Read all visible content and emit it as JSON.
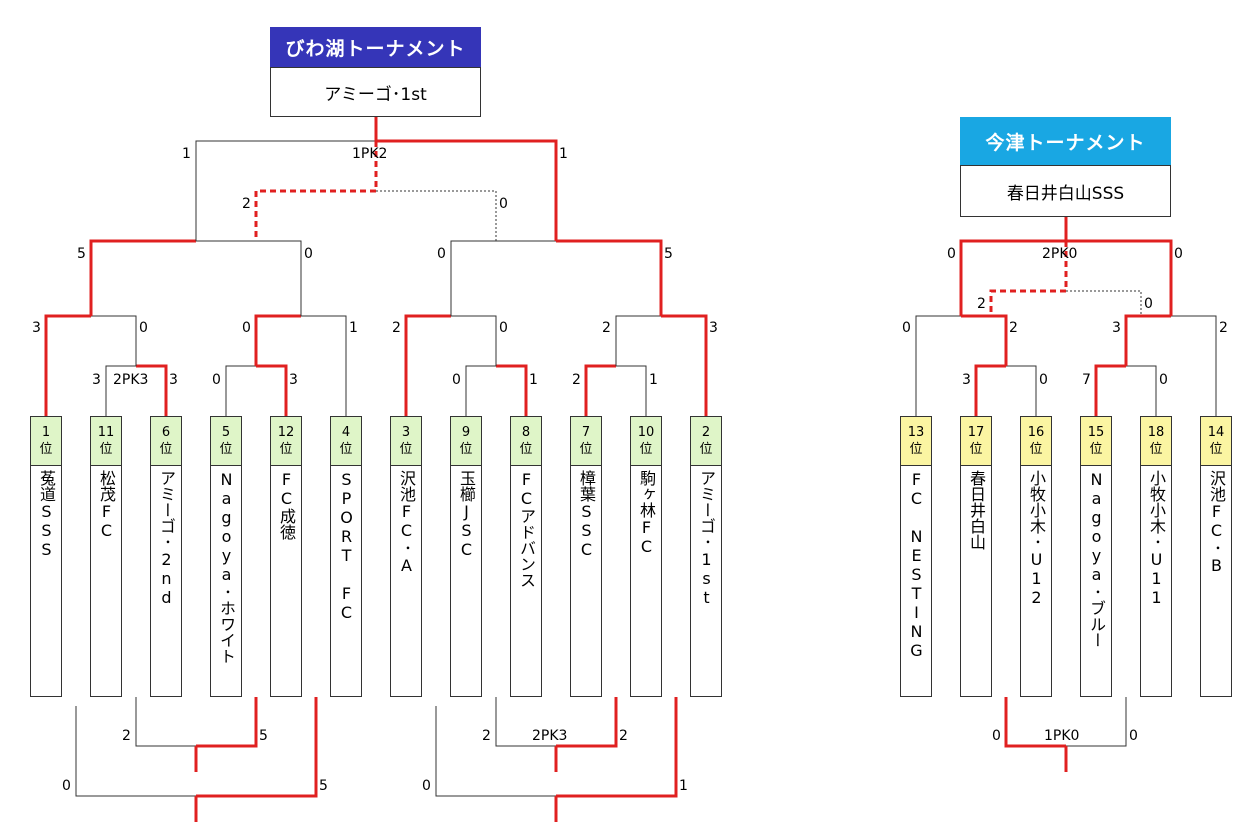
{
  "colors": {
    "win": "#e02020",
    "line": "#333333",
    "left_title_bg": "#3535b8",
    "right_title_bg": "#19a7e3",
    "rank_green": "#dff5c8",
    "rank_yellow": "#fbf5a2"
  },
  "left": {
    "title": "びわ湖トーナメント",
    "champion": "アミーゴ･1st",
    "teams": [
      {
        "rank": "1",
        "rank_suffix": "位",
        "name": "菟道SSS"
      },
      {
        "rank": "11",
        "rank_suffix": "位",
        "name": "松茂FC"
      },
      {
        "rank": "6",
        "rank_suffix": "位",
        "name": "アミーゴ･2nd"
      },
      {
        "rank": "5",
        "rank_suffix": "位",
        "name": "Nagoya･ホワイト"
      },
      {
        "rank": "12",
        "rank_suffix": "位",
        "name": "FC成徳"
      },
      {
        "rank": "4",
        "rank_suffix": "位",
        "name": "SPORT FC"
      },
      {
        "rank": "3",
        "rank_suffix": "位",
        "name": "沢池FC･A"
      },
      {
        "rank": "9",
        "rank_suffix": "位",
        "name": "玉櫛JSC"
      },
      {
        "rank": "8",
        "rank_suffix": "位",
        "name": "FCアドバンス"
      },
      {
        "rank": "7",
        "rank_suffix": "位",
        "name": "樟葉SSC"
      },
      {
        "rank": "10",
        "rank_suffix": "位",
        "name": "駒ヶ林FC"
      },
      {
        "rank": "2",
        "rank_suffix": "位",
        "name": "アミーゴ･1st"
      }
    ],
    "scores": {
      "final_l": "1",
      "final_pk": "1PK2",
      "final_r": "1",
      "third_l": "2",
      "third_r": "0",
      "sf1_l": "5",
      "sf1_r": "0",
      "sf2_l": "0",
      "sf2_r": "5",
      "q1_l": "3",
      "q1_r": "0",
      "q2_l": "0",
      "q2_r": "1",
      "q3_l": "2",
      "q3_r": "0",
      "q4_l": "2",
      "q4_r": "3",
      "r1_l": "3",
      "r1_pk": "2PK3",
      "r1_r": "3",
      "r2_l": "0",
      "r2_r": "3",
      "r3_l": "0",
      "r3_r": "1",
      "r4_l": "2",
      "r4_r": "1",
      "c1_l": "2",
      "c1_r": "5",
      "c2_l": "0",
      "c2_r": "5",
      "c3_l": "2",
      "c3_pk": "2PK3",
      "c3_r": "2",
      "c4_l": "0",
      "c4_r": "1"
    }
  },
  "right": {
    "title": "今津トーナメント",
    "champion": "春日井白山SSS",
    "teams": [
      {
        "rank": "13",
        "rank_suffix": "位",
        "name": "FC NESTING"
      },
      {
        "rank": "17",
        "rank_suffix": "位",
        "name": "春日井白山"
      },
      {
        "rank": "16",
        "rank_suffix": "位",
        "name": "小牧小木･U12"
      },
      {
        "rank": "15",
        "rank_suffix": "位",
        "name": "Nagoya･ブルー"
      },
      {
        "rank": "18",
        "rank_suffix": "位",
        "name": "小牧小木･U11"
      },
      {
        "rank": "14",
        "rank_suffix": "位",
        "name": "沢池FC･B"
      }
    ],
    "scores": {
      "final_l": "0",
      "final_pk": "2PK0",
      "final_r": "0",
      "third_l": "2",
      "third_r": "0",
      "s1_l": "0",
      "s1_r": "2",
      "s2_l": "3",
      "s2_r": "2",
      "q1_l": "3",
      "q1_r": "0",
      "q2_l": "7",
      "q2_r": "0",
      "c_l": "0",
      "c_pk": "1PK0",
      "c_r": "0"
    }
  }
}
